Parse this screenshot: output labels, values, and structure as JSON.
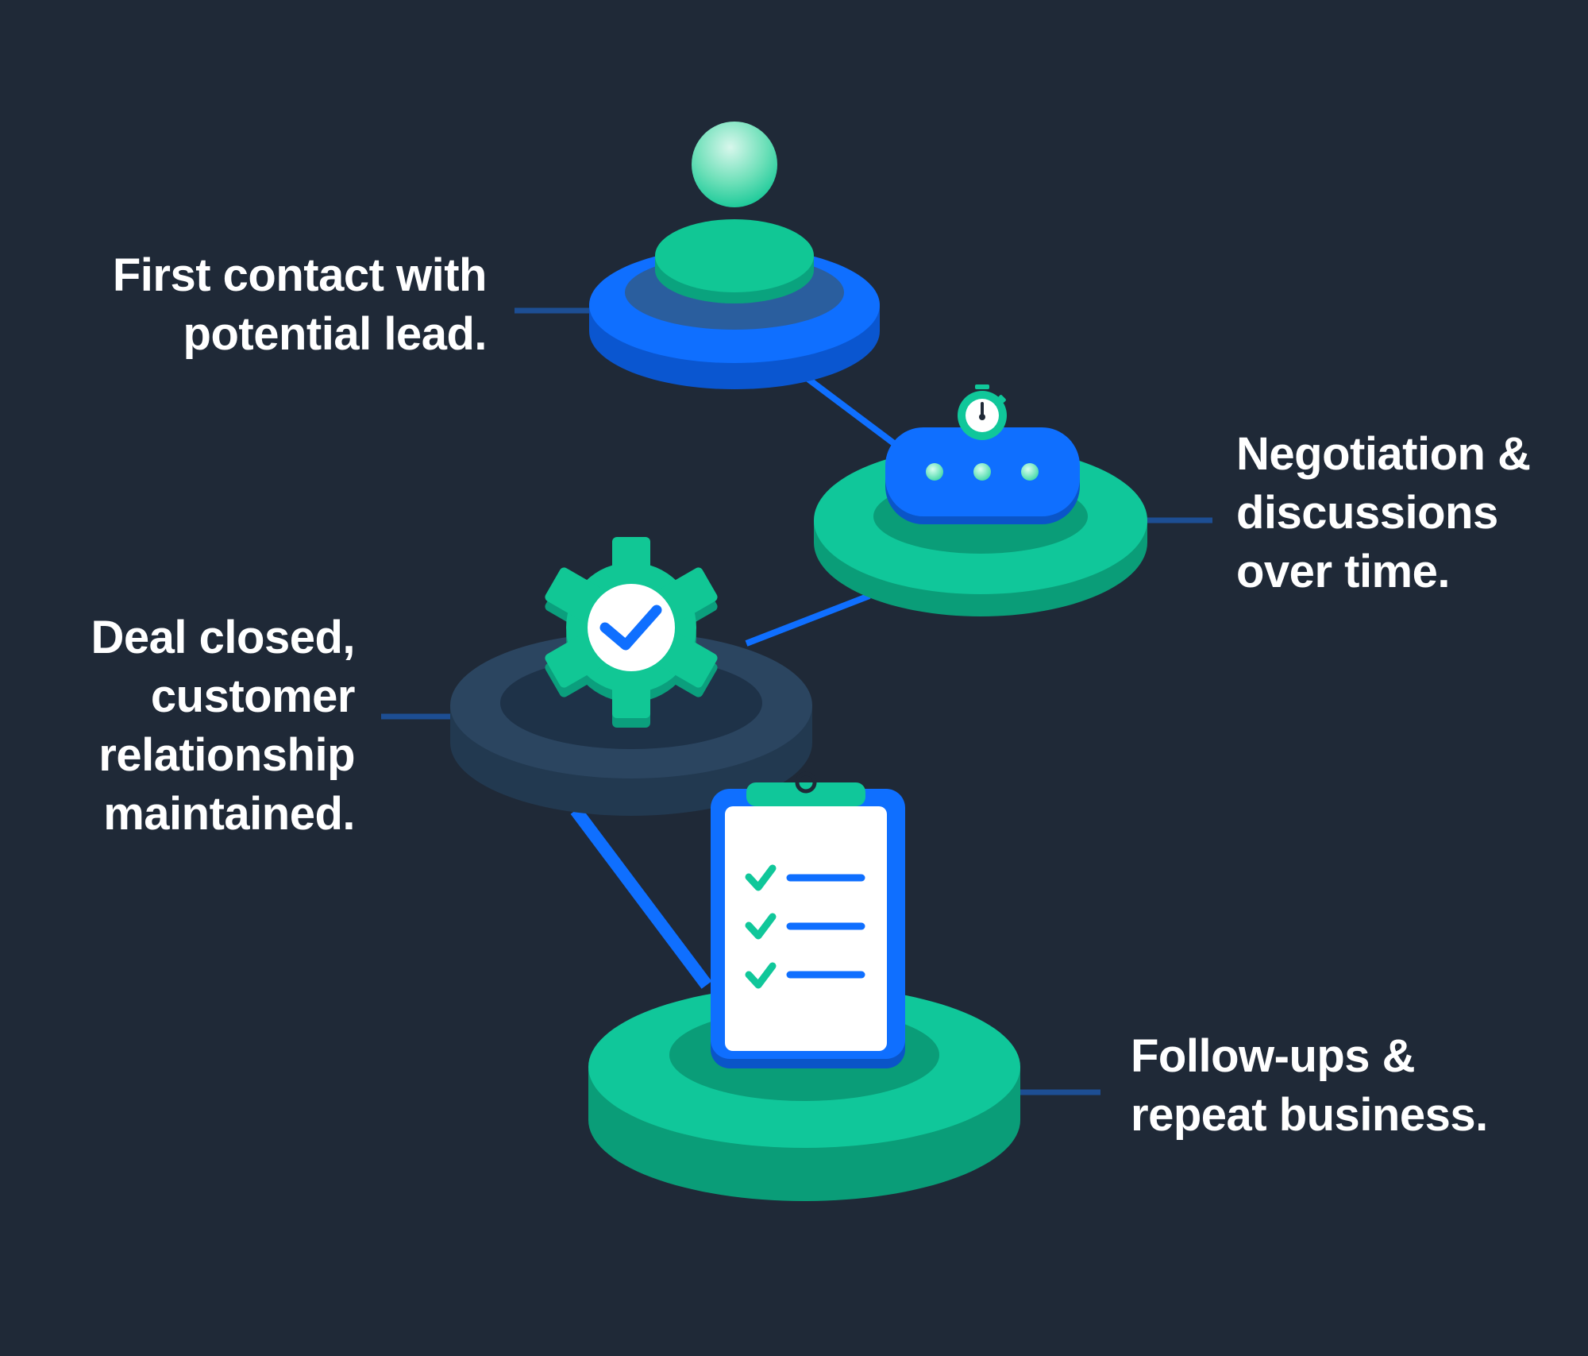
{
  "stages": [
    {
      "id": "first-contact",
      "lines": [
        "First contact with",
        "potential lead."
      ]
    },
    {
      "id": "negotiation",
      "lines": [
        "Negotiation &",
        "discussions",
        "over time."
      ]
    },
    {
      "id": "deal-closed",
      "lines": [
        "Deal closed,",
        "customer",
        "relationship",
        "maintained."
      ]
    },
    {
      "id": "follow-ups",
      "lines": [
        "Follow-ups &",
        "repeat business."
      ]
    }
  ],
  "icons": [
    "person-icon",
    "chat-bubble-icon",
    "stopwatch-icon",
    "gear-check-icon",
    "clipboard-checklist-icon"
  ],
  "colors": {
    "background": "#1f2937",
    "blue": "#0f6fff",
    "green": "#10c79a",
    "navy": "#2b4560",
    "text": "#ffffff"
  }
}
